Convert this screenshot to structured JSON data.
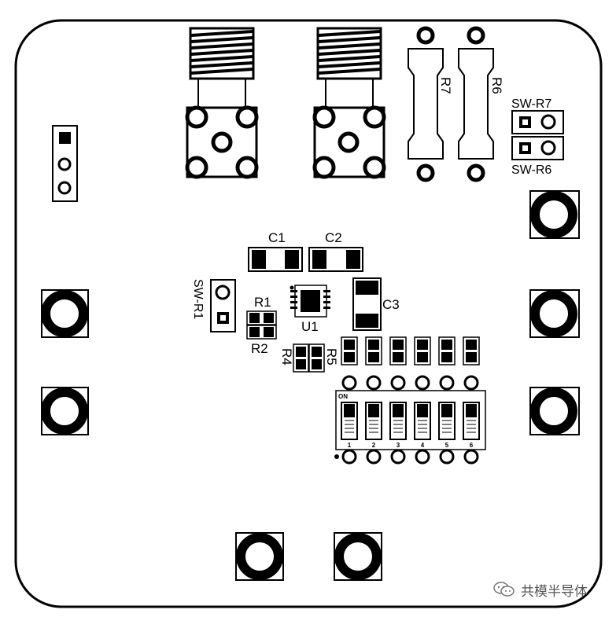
{
  "board": {
    "outline_color": "#000000",
    "pad_color": "#000000",
    "background": "#ffffff"
  },
  "labels": {
    "r7": "R7",
    "r6": "R6",
    "sw_r7": "SW-R7",
    "sw_r6": "SW-R6",
    "c1": "C1",
    "c2": "C2",
    "c3": "C3",
    "sw_r1": "SW-R1",
    "r1": "R1",
    "r2": "R2",
    "u1": "U1",
    "r4": "R4",
    "r5": "R5"
  },
  "dip_switch": {
    "on_label": "ON",
    "positions": [
      "1",
      "2",
      "3",
      "4",
      "5",
      "6"
    ]
  },
  "watermark": {
    "icon": "wechat-icon",
    "text": "共模半导体"
  }
}
